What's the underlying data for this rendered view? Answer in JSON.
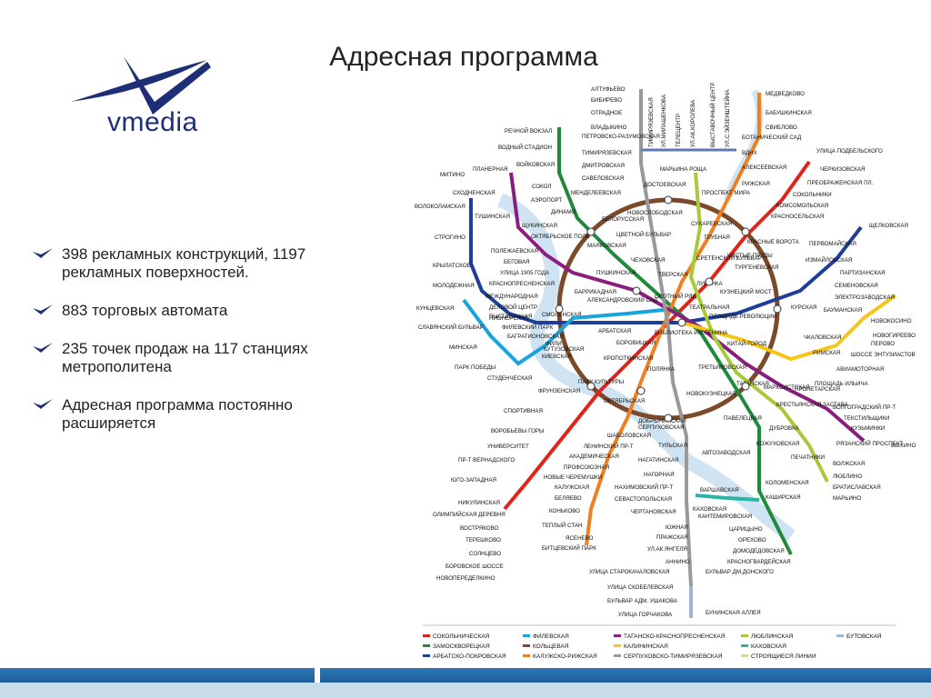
{
  "slide": {
    "title": "Адресная программа"
  },
  "logo": {
    "text": "vmedia",
    "color": "#1e2f78"
  },
  "bullets": [
    {
      "text": "398 рекламных конструкций, 1197 рекламных поверхностей."
    },
    {
      "text": "883 торговых автомата"
    },
    {
      "text": "235 точек продаж на 117 станциях метрополитена"
    },
    {
      "text": "Адресная программа постоянно расширяется"
    }
  ],
  "metro_map": {
    "stations": {
      "medvedkovo": "МЕДВЕДКОВО",
      "babushkinskaya": "БАБУШКИНСКАЯ",
      "sviblovo": "СВИБЛОВО",
      "botanichesky": "БОТАНИЧЕСКИЙ САД",
      "vdnh": "ВДНХ",
      "altufyevo": "АЛТУФЬЕВО",
      "bibirevo": "БИБИРЕВО",
      "otradnoe": "ОТРАДНОЕ",
      "vladykino": "ВЛАДЫКИНО",
      "petrovsko": "ПЕТРОВСКО-РАЗУМОВСКАЯ",
      "timiryazevskaya": "ТИМИРЯЗЕВСКАЯ",
      "dmitrovskaya": "ДМИТРОВСКАЯ",
      "savelovskaya": "САВЕЛОВСКАЯ",
      "mendeleevskaya": "МЕНДЕЛЕЕВСКАЯ",
      "rechnoy": "РЕЧНОЙ ВОКЗАЛ",
      "vodny": "ВОДНЫЙ СТАДИОН",
      "voykovskaya": "ВОЙКОВСКАЯ",
      "sokol": "СОКОЛ",
      "aeroport": "АЭРОПОРТ",
      "dinamo": "ДИНАМО",
      "belorusskaya": "БЕЛОРУССКАЯ",
      "mayakovskaya": "МАЯКОВСКАЯ",
      "tverskaya": "ТВЕРСКАЯ",
      "mitino": "МИТИНО",
      "planernaya": "ПЛАНЕРНАЯ",
      "skhodnenskaya": "СХОДНЕНСКАЯ",
      "volokolamskaya": "ВОЛОКОЛАМСКАЯ",
      "tushinskaya": "ТУШИНСКАЯ",
      "strogino": "СТРОГИНО",
      "krylatskoe": "КРЫЛАТСКОЕ",
      "molodezhnaya": "МОЛОДЕЖНАЯ",
      "kuntsevskaya": "КУНЦЕВСКАЯ",
      "slavyansky": "СЛАВЯНСКИЙ БУЛЬВАР",
      "minskaya": "МИНСКАЯ",
      "park_pobedy": "ПАРК ПОБЕДЫ",
      "studencheskaya": "СТУДЕНЧЕСКАЯ",
      "kievskaya": "КИЕВСКАЯ",
      "smolenskaya": "СМОЛЕНСКАЯ",
      "arbatskaya": "АРБАТСКАЯ",
      "okhotny": "ОХОТНЫЙ РЯД",
      "teatralnaya": "ТЕАТРАЛЬНАЯ",
      "lubyanka": "ЛУБЯНКА",
      "kitay_gorod": "КИТАЙ-ГОРОД",
      "kurskaya": "КУРСКАЯ",
      "komsomolskaya": "КОМСОМОЛЬСКАЯ",
      "prospekt_mira": "ПРОСПЕКТ МИРА",
      "novoslobodskaya": "НОВОСЛОБОДСКАЯ",
      "park_kultury": "ПАРК КУЛЬТУРЫ",
      "oktyabrskaya": "ОКТЯБРЬСКАЯ",
      "dobryninskaya": "ДОБРЫНИНСКАЯ",
      "paveletskaya": "ПАВЕЛЕЦКАЯ",
      "taganskaya": "ТАГАНСКАЯ",
      "tretyakovskaya": "ТРЕТЬЯКОВСКАЯ",
      "novokuznetskaya": "НОВОКУЗНЕЦКАЯ",
      "kropotkinskaya": "КРОПОТКИНСКАЯ",
      "frunzenskaya": "ФРУНЗЕНСКАЯ",
      "sportivnaya": "СПОРТИВНАЯ",
      "vorobyovy": "ВОРОБЬЕВЫ ГОРЫ",
      "universitet": "УНИВЕРСИТЕТ",
      "vernadskogo": "ПР-Т ВЕРНАДСКОГО",
      "yugo_zapadnaya": "ЮГО-ЗАПАДНАЯ",
      "shabolovskaya": "ШАБОЛОВСКАЯ",
      "leninsky": "ЛЕНИНСКИЙ ПР-Т",
      "akademicheskaya": "АКАДЕМИЧЕСКАЯ",
      "profsoyuznaya": "ПРОФСОЮЗНАЯ",
      "novye_cheremushki": "НОВЫЕ ЧЕРЕМУШКИ",
      "kaluzhskaya": "КАЛУЖСКАЯ",
      "belyaevo": "БЕЛЯЕВО",
      "konkovo": "КОНЬКОВО",
      "tyoply_stan": "ТЕПЛЫЙ СТАН",
      "yasenevo": "ЯСЕНЕВО",
      "bitsevsky": "БИТЦЕВСКИЙ ПАРК",
      "tulskaya": "ТУЛЬСКАЯ",
      "nagatinskaya": "НАГАТИНСКАЯ",
      "nagornaya": "НАГОРНАЯ",
      "nakhimovsky": "НАХИМОВСКИЙ ПР-Т",
      "sevastopolskaya": "СЕВАСТОПОЛЬСКАЯ",
      "chertanovskaya": "ЧЕРТАНОВСКАЯ",
      "yuzhnaya": "ЮЖНАЯ",
      "prazhskaya": "ПРАЖСКАЯ",
      "yangelya": "УЛ.АК.ЯНГЕЛЯ",
      "annino": "АННИНО",
      "dm_donskogo": "БУЛЬВАР ДМ.ДОНСКОГО",
      "avtozavodskaya": "АВТОЗАВОДСКАЯ",
      "kolomenskaya": "КОЛОМЕНСКАЯ",
      "kashirskaya": "КАШИРСКАЯ",
      "varshavskaya": "ВАРШАВСКАЯ",
      "kakhovskaya": "КАХОВСКАЯ",
      "kantemirovskaya": "КАНТЕМИРОВСКАЯ",
      "tsaritsyno": "ЦАРИЦЫНО",
      "orekhovo": "ОРЕХОВО",
      "domodedovskaya": "ДОМОДЕДОВСКАЯ",
      "krasnogvardeyskaya": "КРАСНОГВАРДЕЙСКАЯ",
      "proletarskaya": "ПРОЛЕТАРСКАЯ",
      "volgogradsky": "ВОЛГОГРАДСКИЙ ПР-Т",
      "tekstilshchiki": "ТЕКСТИЛЬЩИКИ",
      "kuzminki": "КУЗЬМИНКИ",
      "ryazansky": "РЯЗАНСКИЙ ПРОСПЕКТ",
      "vykhino": "ВЫХИНО",
      "marksistskaya": "МАРКСИСТСКАЯ",
      "ilyicha": "ПЛОЩАДЬ ИЛЬИЧА",
      "aviamotornaya": "АВИАМОТОРНАЯ",
      "entuziastov": "ШОССЕ ЭНТУЗИАСТОВ",
      "perovo": "ПЕРОВО",
      "novogireevo": "НОВОГИРЕЕВО",
      "novokosino": "НОВОКОСИНО",
      "rimskaya": "РИМСКАЯ",
      "chkalovskaya": "ЧКАЛОВСКАЯ",
      "shchelkovskaya": "ЩЕЛКОВСКАЯ",
      "pervomayskaya": "ПЕРВОМАЙСКАЯ",
      "izmaylovskaya": "ИЗМАЙЛОВСКАЯ",
      "partizanskaya": "ПАРТИЗАНСКАЯ",
      "semenovskaya": "СЕМЕНОВСКАЯ",
      "elektrozavodskaya": "ЭЛЕКТРОЗАВОДСКАЯ",
      "baumanskaya": "БАУМАНСКАЯ",
      "cherkizovskaya": "ЧЕРКИЗОВСКАЯ",
      "preobrazhenskaya": "ПРЕОБРАЖЕНСКАЯ ПЛ.",
      "sokolniki": "СОКОЛЬНИКИ",
      "krasnoselskaya": "КРАСНОСЕЛЬСКАЯ",
      "krasnye_vorota": "КРАСНЫЕ ВОРОТА",
      "chistye_prudy": "ЧИСТЫЕ ПРУДЫ",
      "turgenevskaya": "ТУРГЕНЕВСКАЯ",
      "kuznetsky": "КУЗНЕЦКИЙ МОСТ",
      "revolyutsii": "ПЛОЩАДЬ РЕВОЛЮЦИИ",
      "alekseevskaya": "АЛЕКСЕЕВСКАЯ",
      "rizhskaya": "РИЖСКАЯ",
      "podbelskogo": "УЛИЦА ПОДБЕЛЬСКОГО",
      "sukharevskaya": "СУХАРЕВСКАЯ",
      "tsvetnoy": "ЦВЕТНОЙ БУЛЬВАР",
      "chekhovskaya": "ЧЕХОВСКАЯ",
      "pushkinskaya": "ПУШКИНСКАЯ",
      "sretensky": "СРЕТЕНСКИЙ БУЛЬВАР",
      "trubnaya": "ТРУБНАЯ",
      "dostoevskaya": "ДОСТОЕВСКАЯ",
      "maryina_roshcha": "МАРЬИНА РОЩА",
      "borovitskaya": "БОРОВИЦКАЯ",
      "biblioteka": "БИБЛИОТЕКА ИМ.ЛЕНИНА",
      "polyanka": "ПОЛЯНКА",
      "serpukhovskaya": "СЕРПУХОВСКАЯ",
      "krestyanskaya": "КРЕСТЬЯНСКАЯ ЗАСТАВА",
      "dubrovka": "ДУБРОВКА",
      "kozhukhovskaya": "КОЖУХОВСКАЯ",
      "pechatniki": "ПЕЧАТНИКИ",
      "volzhskaya": "ВОЛЖСКАЯ",
      "lyublino": "ЛЮБЛИНО",
      "bratislavskaya": "БРАТИСЛАВСКАЯ",
      "maryino": "МАРЬИНО",
      "shchukinskaya": "ЩУКИНСКАЯ",
      "oktyabrskoe_pole": "ОКТЯБРЬСКОЕ ПОЛЕ",
      "polezhaevskaya": "ПОЛЕЖАЕВСКАЯ",
      "begovaya": "БЕГОВАЯ",
      "ulitsa_1905": "УЛИЦА 1905 ГОДА",
      "barrikadnaya": "БАРРИКАДНАЯ",
      "krasnopresnenskaya": "КРАСНОПРЕСНЕНСКАЯ",
      "mezhdunarodnaya": "МЕЖДУНАРОДНАЯ",
      "delovoy": "ДЕЛОВОЙ ЦЕНТР",
      "vystavochnaya": "ВЫСТАВОЧНАЯ",
      "fili": "ФИЛИ",
      "bagrationovskaya": "БАГРАТИОНОВСКАЯ",
      "filevsky": "ФИЛЕВСКИЙ ПАРК",
      "pionerskaya": "ПИОНЕРСКАЯ",
      "kutuzovskaya": "КУТУЗОВСКАЯ",
      "aleksandrovsky": "АЛЕКСАНДРОВСКИЙ САД",
      "nikulinskaya": "НИКУЛИНСКАЯ",
      "olimpiyskaya": "ОЛИМПИЙСКАЯ ДЕРЕВНЯ",
      "vostryakovo": "ВОСТРЯКОВО",
      "teshkovo": "ТЕРЕШКОВО",
      "solntsevo": "СОЛНЦЕВО",
      "borovskoe": "БОРОВСКОЕ ШОССЕ",
      "novoperedelkino": "НОВОПЕРЕДЕЛКИНО",
      "starokachalovskaya": "УЛИЦА СТАРОКАЧАЛОВСКАЯ",
      "skobelevskaya": "УЛИЦА СКОБЕЛЕВСКАЯ",
      "ushakova": "БУЛЬВАР АДМ. УШАКОВА",
      "gorchakova": "УЛИЦА ГОРЧАКОВА",
      "bunin": "БУНИНСКАЯ АЛЛЕЯ",
      "mon1": "УЛ.МИЛАШЕНКОВА",
      "mon2": "ТЕЛЕЦЕНТР",
      "mon3": "УЛ.АК.КОРОЛЕВА",
      "mon4": "ВЫСТАВОЧНЫЙ ЦЕНТР",
      "mon5": "УЛ.С.ЭЙЗЕНШТЕЙНА",
      "mon6": "ТИМИРЯЗЕВСКАЯ"
    },
    "legend": [
      {
        "name": "СОКОЛЬНИЧЕСКАЯ",
        "color": "#e2231a"
      },
      {
        "name": "ФИЛЕВСКАЯ",
        "color": "#1aa3dc"
      },
      {
        "name": "ТАГАНСКО-КРАСНОПРЕСНЕНСКАЯ",
        "color": "#8a1e7e"
      },
      {
        "name": "ЛЮБЛИНСКАЯ",
        "color": "#a7c93a"
      },
      {
        "name": "БУТОВСКАЯ",
        "color": "#9fb7d7"
      },
      {
        "name": "ЗАМОСКВОРЕЦКАЯ",
        "color": "#1f8a3c"
      },
      {
        "name": "КОЛЬЦЕВАЯ",
        "color": "#7b4a2a"
      },
      {
        "name": "КАЛИНИНСКАЯ",
        "color": "#f5c518"
      },
      {
        "name": "КАХОВСКАЯ",
        "color": "#2bb3a4"
      },
      {
        "name": "АРБАТСКО-ПОКРОВСКАЯ",
        "color": "#1f3e9a"
      },
      {
        "name": "КАЛУЖСКО-РИЖСКАЯ",
        "color": "#f07f1f"
      },
      {
        "name": "СЕРПУХОВСКО-ТИМИРЯЗЕВСКАЯ",
        "color": "#999999"
      },
      {
        "name": "СТРОЯЩИЕСЯ ЛИНИИ",
        "color": "#d8d8a0"
      }
    ]
  },
  "colors": {
    "accent": "#1e2f78",
    "footer": "#1f6aa6"
  }
}
